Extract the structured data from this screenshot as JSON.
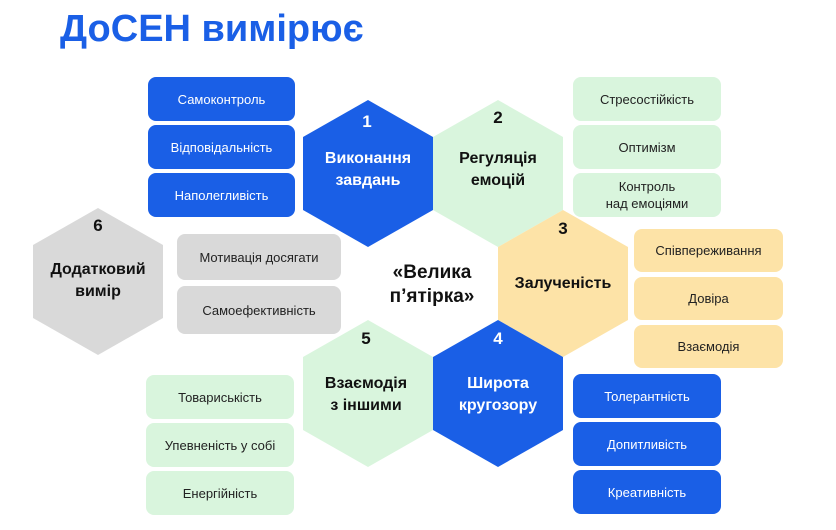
{
  "title": "ДоСЕН вимірює",
  "center": "«Велика\nп’ятірка»",
  "colors": {
    "blue": "#1a5fe6",
    "green": "#d9f5dd",
    "yellow": "#fde3a7",
    "gray": "#d9d9d9"
  },
  "hexes": [
    {
      "number": "1",
      "label": "Виконання\nзавдань",
      "color": "blue"
    },
    {
      "number": "2",
      "label": "Регуляція\nемоцій",
      "color": "green"
    },
    {
      "number": "3",
      "label": "Залученість",
      "color": "yellow"
    },
    {
      "number": "4",
      "label": "Широта\nкругозору",
      "color": "blue"
    },
    {
      "number": "5",
      "label": "Взаємодія\nз іншими",
      "color": "green"
    },
    {
      "number": "6",
      "label": "Додатковий\nвимір",
      "color": "gray"
    }
  ],
  "groups": {
    "task": [
      "Самоконтроль",
      "Відповідальність",
      "Наполегливість"
    ],
    "emotion": [
      "Стресостійкість",
      "Оптимізм",
      "Контроль\nнад емоціями"
    ],
    "engagement": [
      "Співпереживання",
      "Довіра",
      "Взаємодія"
    ],
    "openness": [
      "Толерантність",
      "Допитливість",
      "Креативність"
    ],
    "collaboration": [
      "Товариськість",
      "Упевненість у собі",
      "Енергійність"
    ],
    "additional": [
      "Мотивація досягати",
      "Самоефективність"
    ]
  }
}
